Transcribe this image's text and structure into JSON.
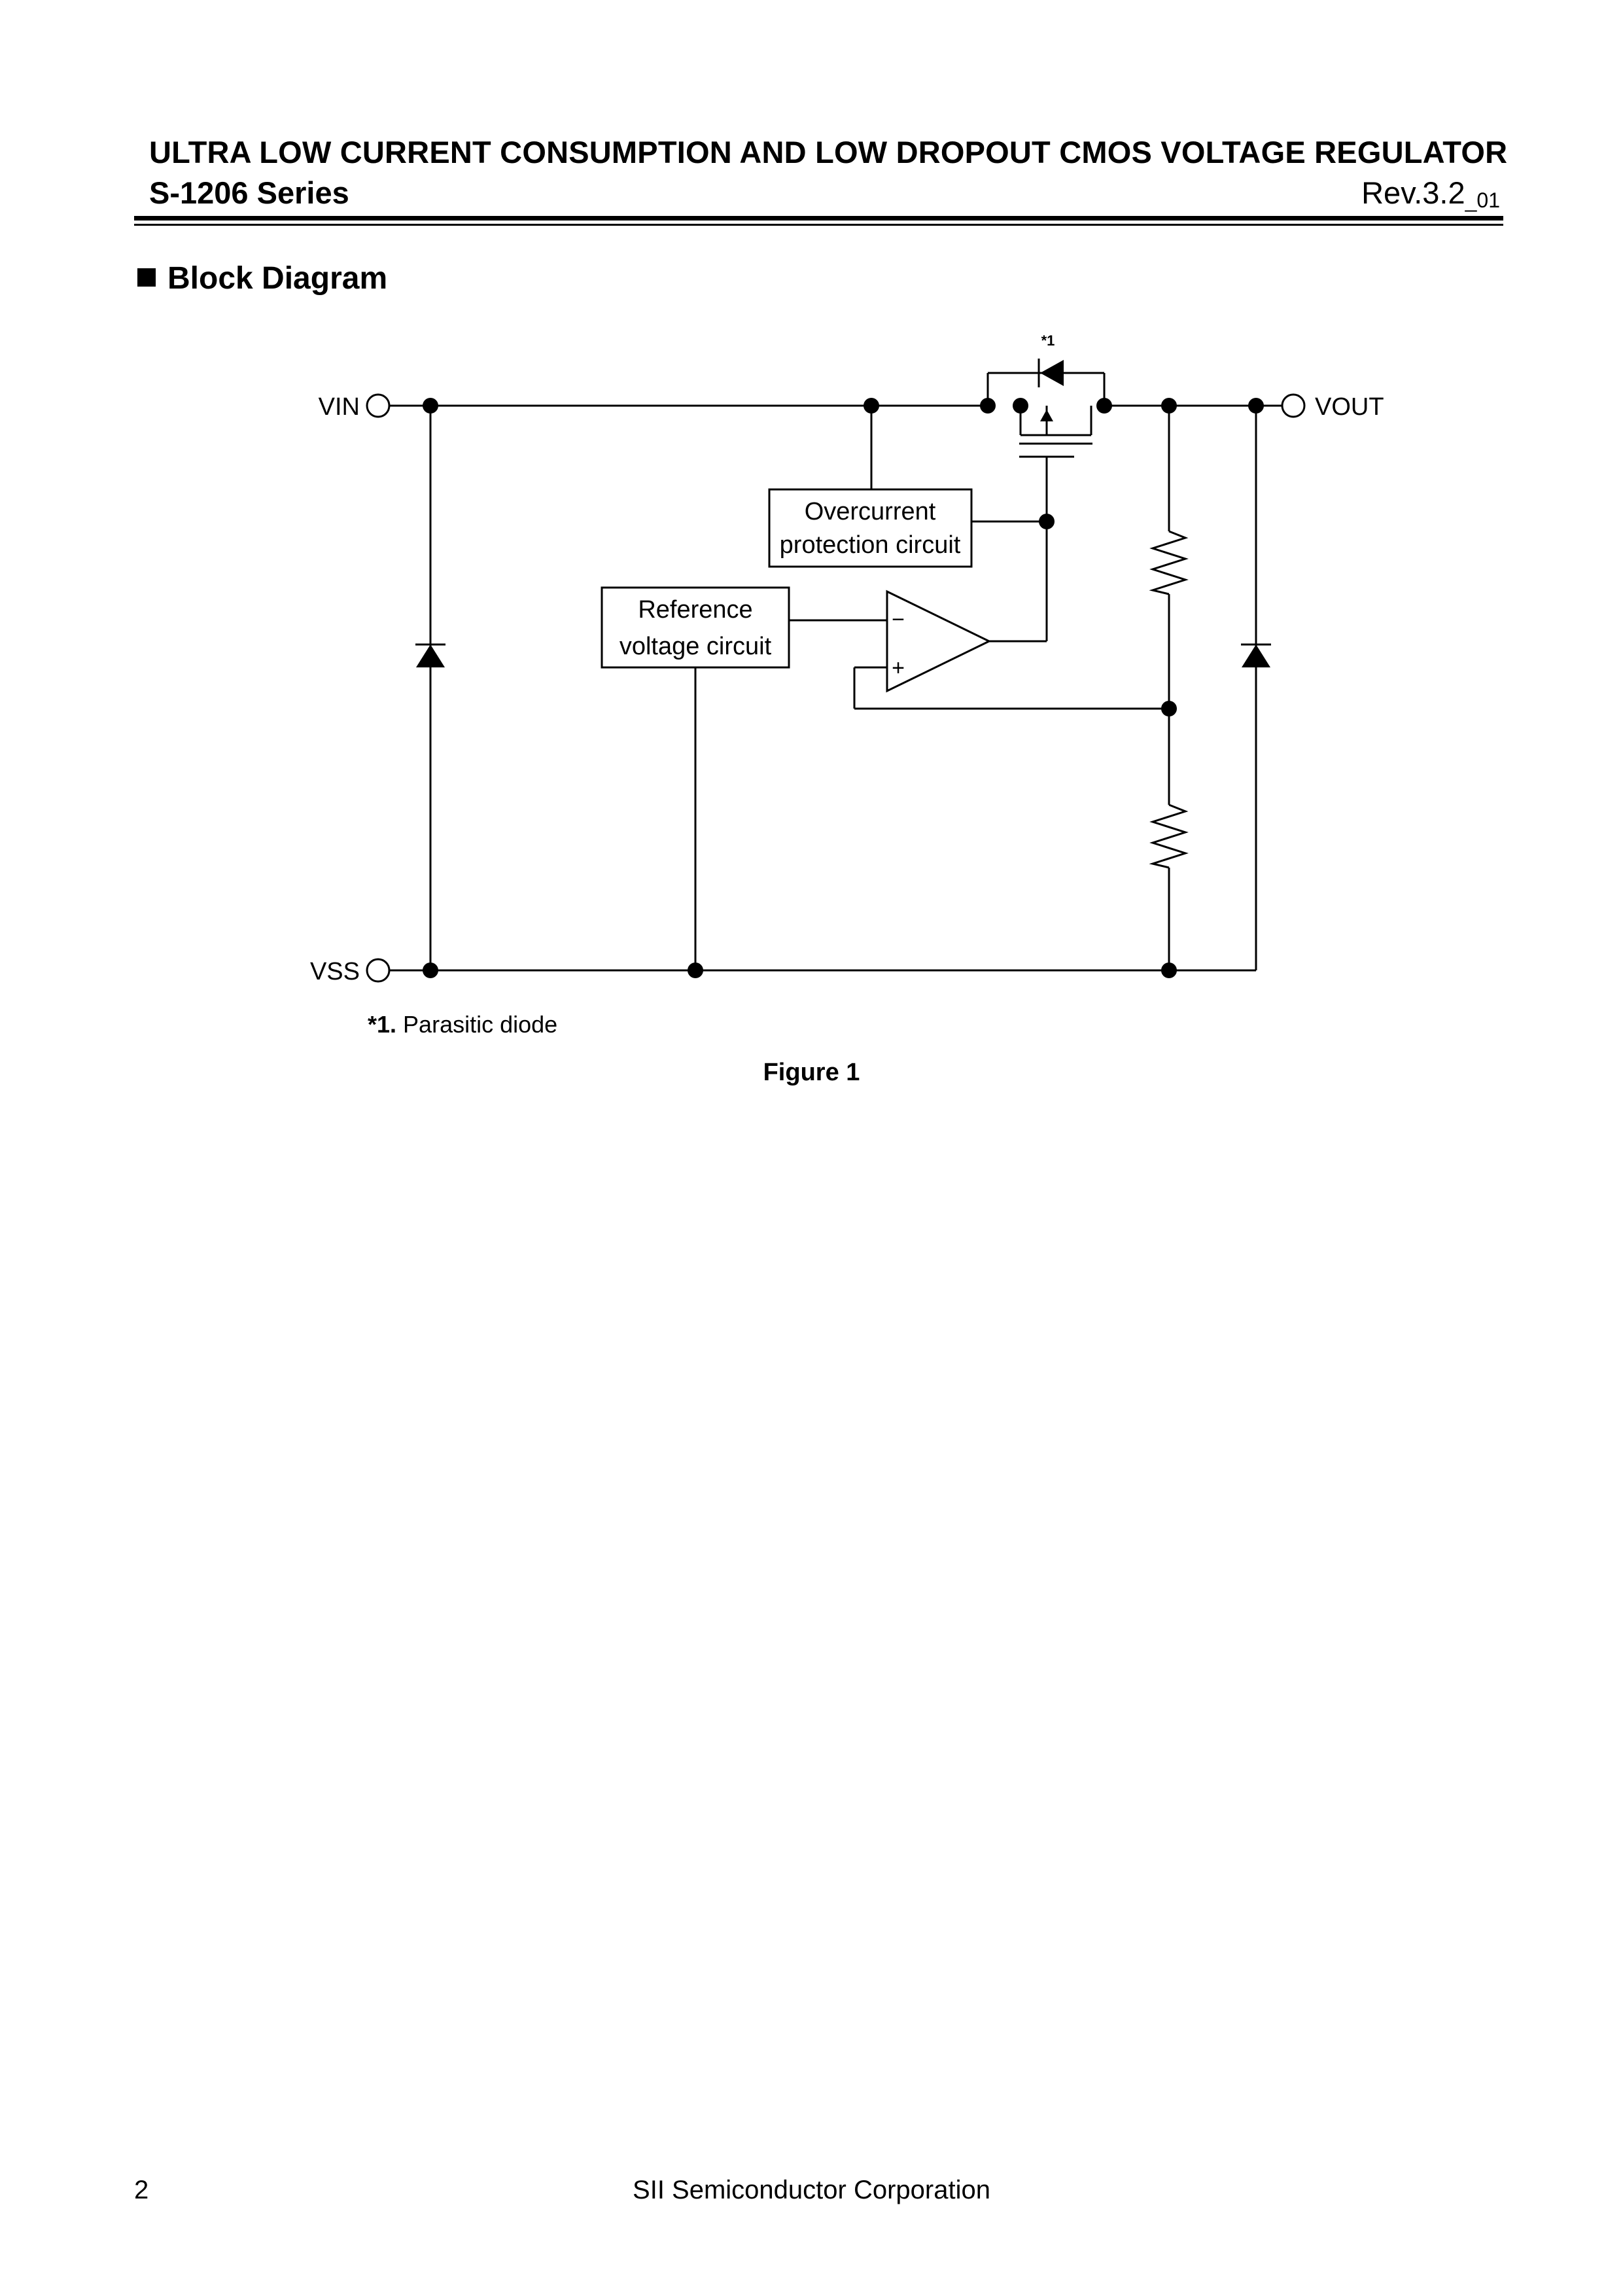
{
  "header": {
    "title": "ULTRA LOW CURRENT CONSUMPTION AND LOW DROPOUT CMOS VOLTAGE REGULATOR",
    "series": "S-1206 Series",
    "rev_main": "Rev.3.2",
    "rev_sub": "_01"
  },
  "section": {
    "heading": "Block Diagram"
  },
  "diagram": {
    "pin_vin": "VIN",
    "pin_vout": "VOUT",
    "pin_vss": "VSS",
    "note_marker": "*1",
    "overcurrent_line1": "Overcurrent",
    "overcurrent_line2": "protection circuit",
    "reference_line1": "Reference",
    "reference_line2": "voltage circuit",
    "opamp_minus": "−",
    "opamp_plus": "+"
  },
  "footnote": {
    "marker": "*1.",
    "text": " Parasitic diode"
  },
  "figure": {
    "caption": "Figure 1"
  },
  "footer": {
    "page_number": "2",
    "company": "SII Semiconductor Corporation"
  }
}
